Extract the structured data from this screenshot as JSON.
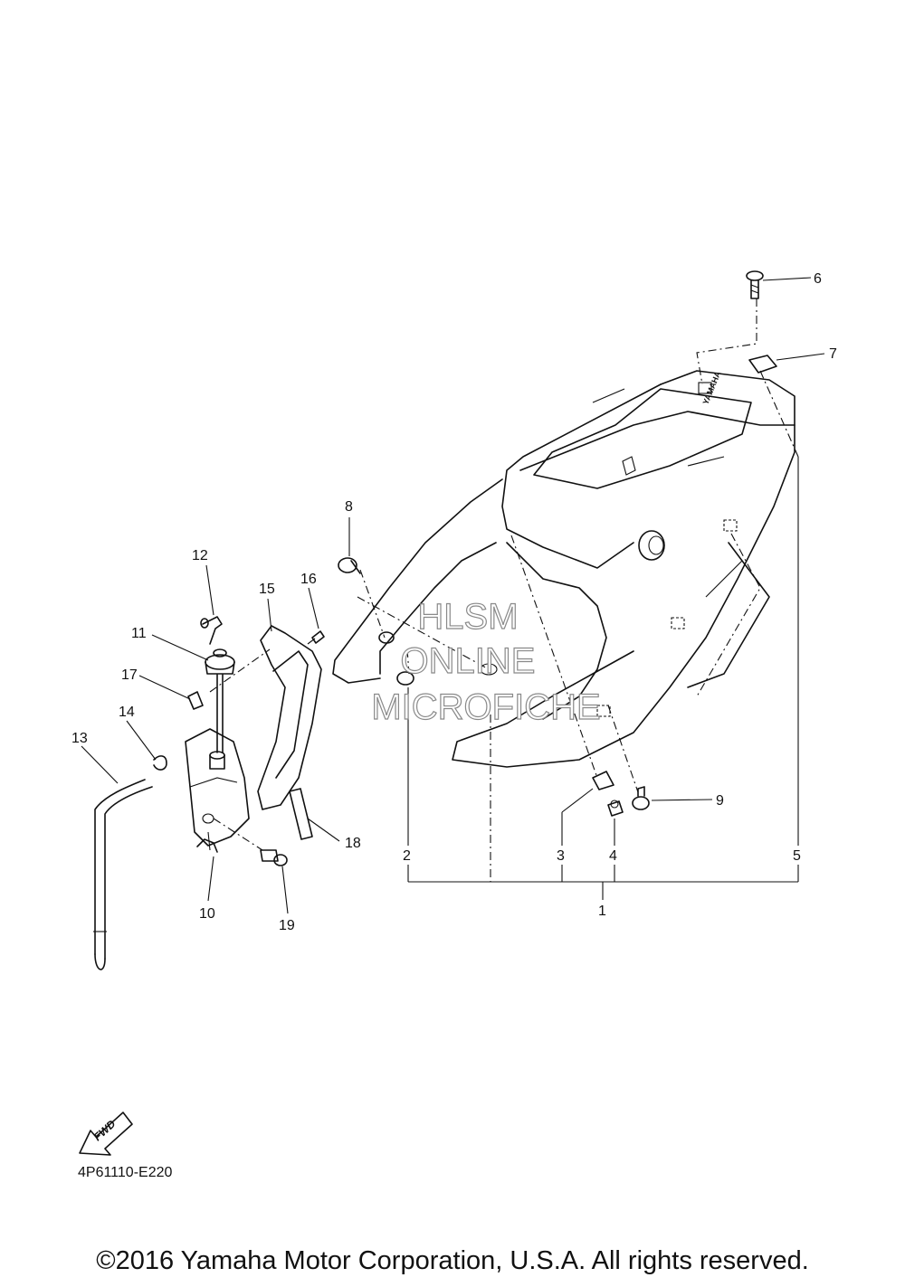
{
  "callouts": [
    "1",
    "2",
    "3",
    "4",
    "5",
    "6",
    "7",
    "8",
    "9",
    "10",
    "11",
    "12",
    "13",
    "14",
    "15",
    "16",
    "17",
    "18",
    "19"
  ],
  "seat_brand": "YAMAHA",
  "watermark": [
    "HLSM",
    "ONLINE",
    "MICROFICHE"
  ],
  "fwd_label": "FWD",
  "reference_code": "4P61110-E220",
  "copyright": "©2016 Yamaha Motor Corporation, U.S.A. All rights reserved."
}
